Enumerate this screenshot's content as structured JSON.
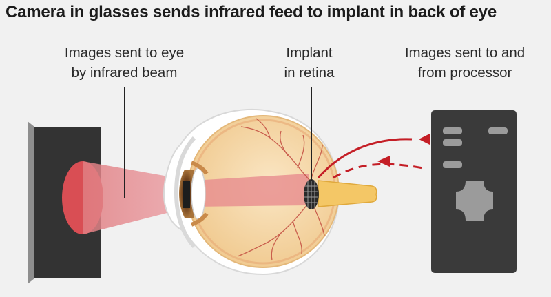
{
  "title": "Camera in glasses sends infrared feed to implant in back of eye",
  "labels": {
    "infrared": [
      "Images sent to eye",
      "by infrared beam"
    ],
    "implant": [
      "Implant",
      "in retina"
    ],
    "processor": [
      "Images sent to and",
      "from processor"
    ]
  },
  "colors": {
    "background": "#f1f1f1",
    "beam": "#e88f92",
    "arrow": "#c41e26",
    "device": "#3a3a3a",
    "eyeball": "#f6d9ad",
    "optic_nerve": "#f4c766",
    "iris": "#8c5a2c"
  },
  "icons": [
    "camera-screen-icon",
    "eye-illustration",
    "processor-device-icon",
    "implant-chip-icon"
  ]
}
